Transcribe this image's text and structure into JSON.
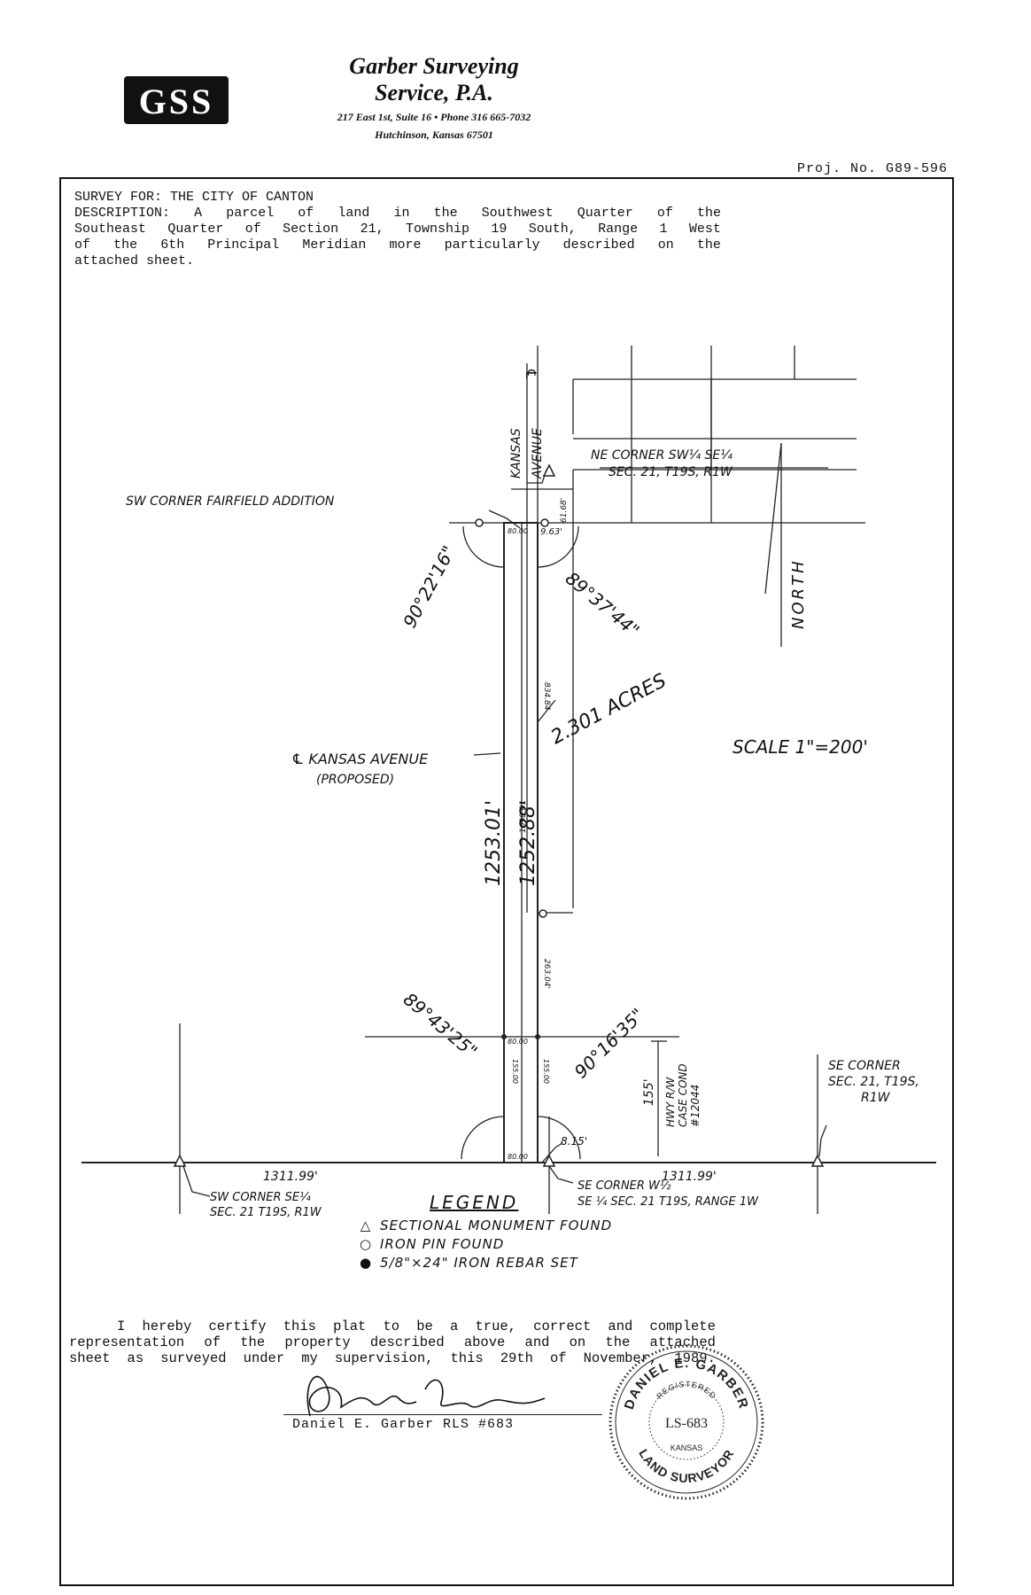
{
  "header": {
    "logo_text": "GSS",
    "company_name_1": "Garber Surveying",
    "company_name_2": "Service, P.A.",
    "address_line_1": "217 East 1st, Suite 16 • Phone 316 665-7032",
    "address_line_2": "Hutchinson, Kansas 67501"
  },
  "project_number": "Proj. No. G89-596",
  "description": {
    "survey_for": "SURVEY FOR:  THE CITY OF CANTON",
    "lines": [
      [
        "DESCRIPTION:",
        "A",
        "parcel",
        "of",
        "land",
        "in",
        "the",
        "Southwest",
        "Quarter",
        "of",
        "the"
      ],
      [
        "Southeast",
        "Quarter",
        "of",
        "Section",
        "21,",
        "Township",
        "19",
        "South,",
        "Range",
        "1",
        "West"
      ],
      [
        "of",
        "the",
        "6th",
        "Principal",
        "Meridian",
        "more",
        "particularly",
        "described",
        "on",
        "the"
      ]
    ],
    "last_line": "attached sheet."
  },
  "plat": {
    "kansas_avenue_label": "KANSAS",
    "avenue_label": "AVENUE",
    "centerline_symbol": "℄",
    "ne_corner_1": "NE CORNER SW¼ SE¼",
    "ne_corner_2": "SEC. 21, T19S, R1W",
    "sw_corner_fairfield": "SW CORNER FAIRFIELD ADDITION",
    "dim_80_top": "80.00",
    "dim_61_68": "61.68'",
    "dim_9_63": "9.63'",
    "angle_nw": "90°22'16\"",
    "angle_ne": "89°37'44\"",
    "north_label": "NORTH",
    "acres": "2.301 ACRES",
    "dim_834": "834.84",
    "kansas_ave_proposed_1": "℄ KANSAS AVENUE",
    "kansas_ave_proposed_2": "(PROPOSED)",
    "scale": "SCALE 1\"=200'",
    "dim_1098": "1098.01",
    "dim_1253": "1253.01'",
    "dim_1252": "1252.88'",
    "dim_263": "263.04'",
    "angle_sw": "89°43'25\"",
    "angle_se": "90°16'35\"",
    "dim_80_mid": "80.00",
    "dim_155_left": "155.00",
    "dim_155_right": "155.00",
    "dim_155_ext": "155'",
    "hwy_1": "HWY R/W",
    "hwy_2": "CASE COND",
    "hwy_3": "#12044",
    "dim_80_bottom": "80.00",
    "dim_8_15": "8.15'",
    "dim_1311_left": "1311.99'",
    "dim_1311_right": "1311.99'",
    "se_corner_1": "SE CORNER",
    "se_corner_2": "SEC. 21, T19S,",
    "se_corner_3": "R1W",
    "sw_corner_1": "SW CORNER SE¼",
    "sw_corner_2": "SEC. 21 T19S, R1W",
    "se_corner_w_1": "SE CORNER W½",
    "se_corner_w_2": "SE ¼ SEC. 21 T19S, RANGE 1W"
  },
  "legend": {
    "title": "LEGEND",
    "items": [
      {
        "symbol": "△",
        "label": "SECTIONAL MONUMENT FOUND"
      },
      {
        "symbol": "○",
        "label": "IRON PIN FOUND"
      },
      {
        "symbol": "●",
        "label": "5/8\"×24\" IRON REBAR SET"
      }
    ]
  },
  "certification": {
    "line_1": [
      "I",
      "hereby",
      "certify",
      "this",
      "plat",
      "to",
      "be",
      "a",
      "true,",
      "correct",
      "and",
      "complete"
    ],
    "line_2": [
      "representation",
      "of",
      "the",
      "property",
      "described",
      "above",
      "and",
      "on",
      "the",
      "attached"
    ],
    "line_3": [
      "sheet",
      "as",
      "surveyed",
      "under",
      "my",
      "supervision,",
      "this",
      "29th",
      "of",
      "November,",
      "1989."
    ],
    "signer": "Daniel E. Garber  RLS #683"
  },
  "seal": {
    "top_text": "DANIEL E. GARBER",
    "registered": "REGISTERED",
    "number": "LS-683",
    "state": "KANSAS",
    "bottom_text": "LAND SURVEYOR"
  }
}
